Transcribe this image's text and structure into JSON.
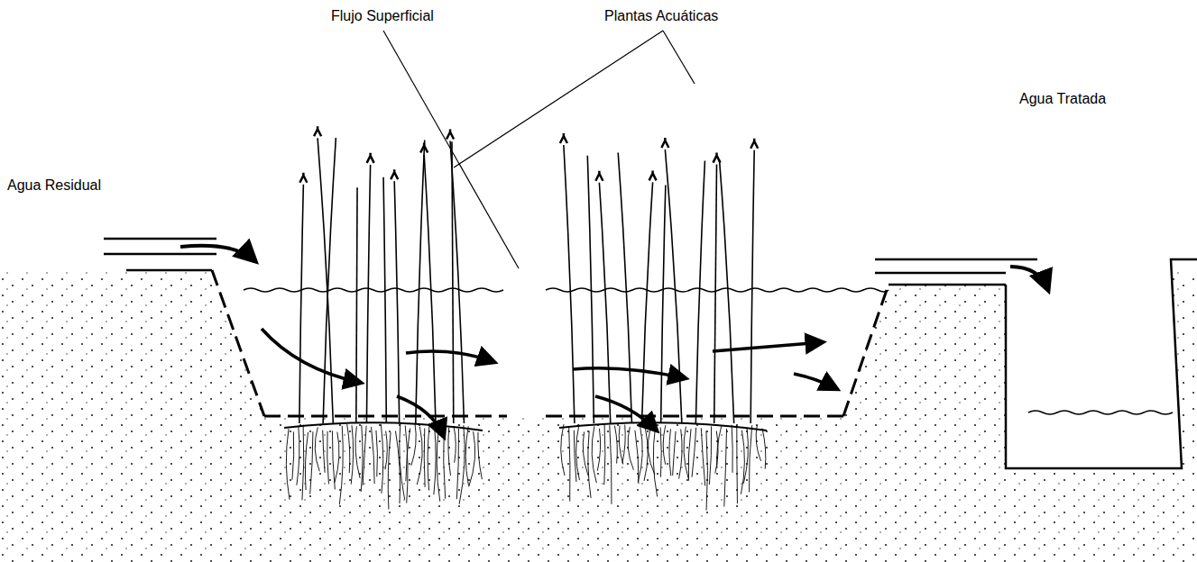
{
  "diagram": {
    "labels": [
      "Flujo Superficial",
      "Plantas Acuáticas",
      "Agua Residual",
      "Agua Tratada"
    ]
  }
}
